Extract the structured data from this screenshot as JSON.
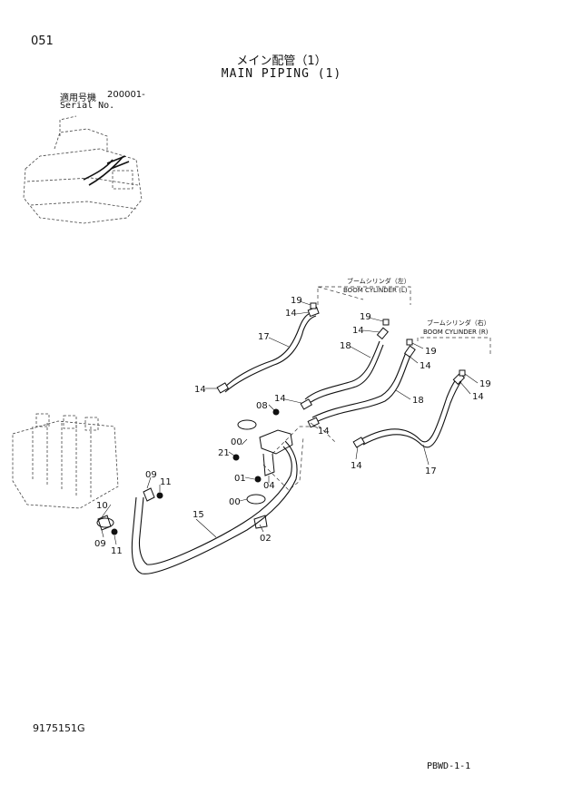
{
  "page_number": "051",
  "title_jp": "メイン配管（1）",
  "title_en": "MAIN PIPING (1)",
  "serial": {
    "label_jp": "適用号機",
    "value": "200001-",
    "label_en": "Serial No."
  },
  "destinations": {
    "left_jp": "ブームシリンダ（左）",
    "left_en": "BOOM CYLINDER (L)",
    "right_jp": "ブームシリンダ（右）",
    "right_en": "BOOM CYLINDER (R)"
  },
  "callouts": {
    "c19a": "19",
    "c14a": "14",
    "c19b": "19",
    "c14b": "14",
    "c19c": "19",
    "c14c": "14",
    "c19d": "19",
    "c14d": "14",
    "c17a": "17",
    "c18a": "18",
    "c18b": "18",
    "c17b": "17",
    "c14e": "14",
    "c14f": "14",
    "c14g": "14",
    "c14h": "14",
    "c08": "08",
    "c00a": "00",
    "c21": "21",
    "c01": "01",
    "c04": "04",
    "c00b": "00",
    "c02": "02",
    "c15": "15",
    "c09a": "09",
    "c11a": "11",
    "c10": "10",
    "c09b": "09",
    "c11b": "11"
  },
  "footer": {
    "part_number": "9175151G",
    "page_code": "PBWD-1-1"
  }
}
